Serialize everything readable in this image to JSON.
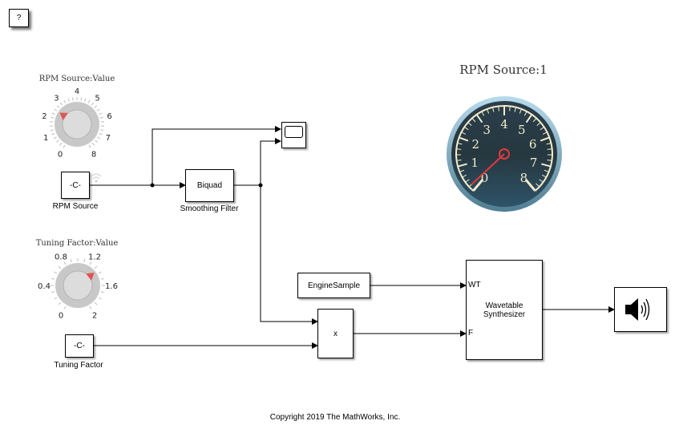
{
  "help_button": {
    "label": "?"
  },
  "knobs": [
    {
      "title": "RPM Source:Value",
      "ticks": [
        "0",
        "1",
        "2",
        "3",
        "4",
        "5",
        "6",
        "7",
        "8"
      ],
      "min": 0,
      "max": 8,
      "value": 2.5
    },
    {
      "title": "Tuning Factor:Value",
      "ticks": [
        "0",
        "0.4",
        "0.8",
        "1.2",
        "1.6",
        "2"
      ],
      "min": 0,
      "max": 2,
      "value": 1.35
    }
  ],
  "blocks": {
    "rpm_source": {
      "content": "-C-",
      "label": "RPM Source"
    },
    "tuning_factor": {
      "content": "-C-",
      "label": "Tuning Factor"
    },
    "biquad": {
      "content": "Biquad",
      "label": "Smoothing Filter"
    },
    "engine_sample": {
      "content": "EngineSample"
    },
    "product": {
      "content": "x"
    },
    "wavetable": {
      "content_line1": "Wavetable",
      "content_line2": "Synthesizer",
      "port_wt": "WT",
      "port_f": "F"
    }
  },
  "gauge": {
    "title": "RPM Source:1",
    "ticks": [
      "0",
      "1",
      "2",
      "3",
      "4",
      "5",
      "6",
      "7",
      "8"
    ],
    "min": 0,
    "max": 8,
    "value": 0.2
  },
  "colors": {
    "needle": "#e8383d",
    "gauge_face": "#2a4556",
    "gauge_ticks": "#f3eccb"
  },
  "footer": {
    "copyright": "Copyright 2019 The MathWorks, Inc."
  }
}
